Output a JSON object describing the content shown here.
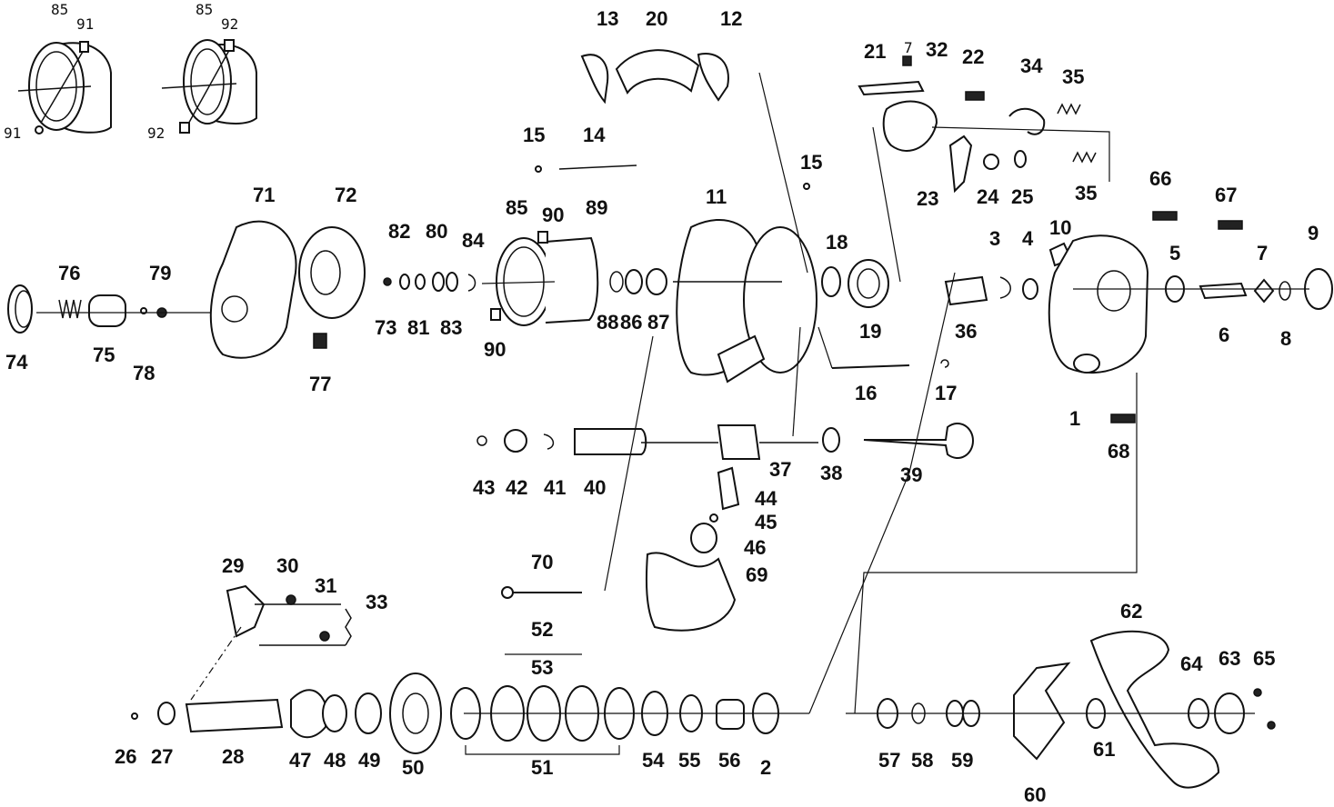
{
  "diagram": {
    "type": "exploded-parts-view",
    "labels": [
      {
        "id": "1",
        "text": "1"
      },
      {
        "id": "2",
        "text": "2"
      },
      {
        "id": "3",
        "text": "3"
      },
      {
        "id": "4",
        "text": "4"
      },
      {
        "id": "5",
        "text": "5"
      },
      {
        "id": "6",
        "text": "6"
      },
      {
        "id": "7",
        "text": "7"
      },
      {
        "id": "8",
        "text": "8"
      },
      {
        "id": "9",
        "text": "9"
      },
      {
        "id": "10",
        "text": "10"
      },
      {
        "id": "11",
        "text": "11"
      },
      {
        "id": "12",
        "text": "12"
      },
      {
        "id": "13",
        "text": "13"
      },
      {
        "id": "14",
        "text": "14"
      },
      {
        "id": "15",
        "text": "15"
      },
      {
        "id": "16",
        "text": "16"
      },
      {
        "id": "17",
        "text": "17"
      },
      {
        "id": "18",
        "text": "18"
      },
      {
        "id": "19",
        "text": "19"
      },
      {
        "id": "20",
        "text": "20"
      },
      {
        "id": "21",
        "text": "21"
      },
      {
        "id": "22",
        "text": "22"
      },
      {
        "id": "23",
        "text": "23"
      },
      {
        "id": "24",
        "text": "24"
      },
      {
        "id": "25",
        "text": "25"
      },
      {
        "id": "26",
        "text": "26"
      },
      {
        "id": "27",
        "text": "27"
      },
      {
        "id": "28",
        "text": "28"
      },
      {
        "id": "29",
        "text": "29"
      },
      {
        "id": "30",
        "text": "30"
      },
      {
        "id": "31",
        "text": "31"
      },
      {
        "id": "32",
        "text": "32"
      },
      {
        "id": "33",
        "text": "33"
      },
      {
        "id": "34",
        "text": "34"
      },
      {
        "id": "35",
        "text": "35"
      },
      {
        "id": "36",
        "text": "36"
      },
      {
        "id": "37",
        "text": "37"
      },
      {
        "id": "38",
        "text": "38"
      },
      {
        "id": "39",
        "text": "39"
      },
      {
        "id": "40",
        "text": "40"
      },
      {
        "id": "41",
        "text": "41"
      },
      {
        "id": "42",
        "text": "42"
      },
      {
        "id": "43",
        "text": "43"
      },
      {
        "id": "44",
        "text": "44"
      },
      {
        "id": "45",
        "text": "45"
      },
      {
        "id": "46",
        "text": "46"
      },
      {
        "id": "47",
        "text": "47"
      },
      {
        "id": "48",
        "text": "48"
      },
      {
        "id": "49",
        "text": "49"
      },
      {
        "id": "50",
        "text": "50"
      },
      {
        "id": "51",
        "text": "51"
      },
      {
        "id": "52",
        "text": "52"
      },
      {
        "id": "53",
        "text": "53"
      },
      {
        "id": "54",
        "text": "54"
      },
      {
        "id": "55",
        "text": "55"
      },
      {
        "id": "56",
        "text": "56"
      },
      {
        "id": "57",
        "text": "57"
      },
      {
        "id": "58",
        "text": "58"
      },
      {
        "id": "59",
        "text": "59"
      },
      {
        "id": "60",
        "text": "60"
      },
      {
        "id": "61",
        "text": "61"
      },
      {
        "id": "62",
        "text": "62"
      },
      {
        "id": "63",
        "text": "63"
      },
      {
        "id": "64",
        "text": "64"
      },
      {
        "id": "65",
        "text": "65"
      },
      {
        "id": "66",
        "text": "66"
      },
      {
        "id": "67",
        "text": "67"
      },
      {
        "id": "68",
        "text": "68"
      },
      {
        "id": "69",
        "text": "69"
      },
      {
        "id": "70",
        "text": "70"
      },
      {
        "id": "71",
        "text": "71"
      },
      {
        "id": "72",
        "text": "72"
      },
      {
        "id": "73",
        "text": "73"
      },
      {
        "id": "74",
        "text": "74"
      },
      {
        "id": "75",
        "text": "75"
      },
      {
        "id": "76",
        "text": "76"
      },
      {
        "id": "77",
        "text": "77"
      },
      {
        "id": "78",
        "text": "78"
      },
      {
        "id": "79",
        "text": "79"
      },
      {
        "id": "80",
        "text": "80"
      },
      {
        "id": "81",
        "text": "81"
      },
      {
        "id": "82",
        "text": "82"
      },
      {
        "id": "83",
        "text": "83"
      },
      {
        "id": "84",
        "text": "84"
      },
      {
        "id": "85",
        "text": "85"
      },
      {
        "id": "86",
        "text": "86"
      },
      {
        "id": "87",
        "text": "87"
      },
      {
        "id": "88",
        "text": "88"
      },
      {
        "id": "89",
        "text": "89"
      },
      {
        "id": "90",
        "text": "90"
      },
      {
        "id": "91",
        "text": "91"
      },
      {
        "id": "92",
        "text": "92"
      }
    ]
  }
}
